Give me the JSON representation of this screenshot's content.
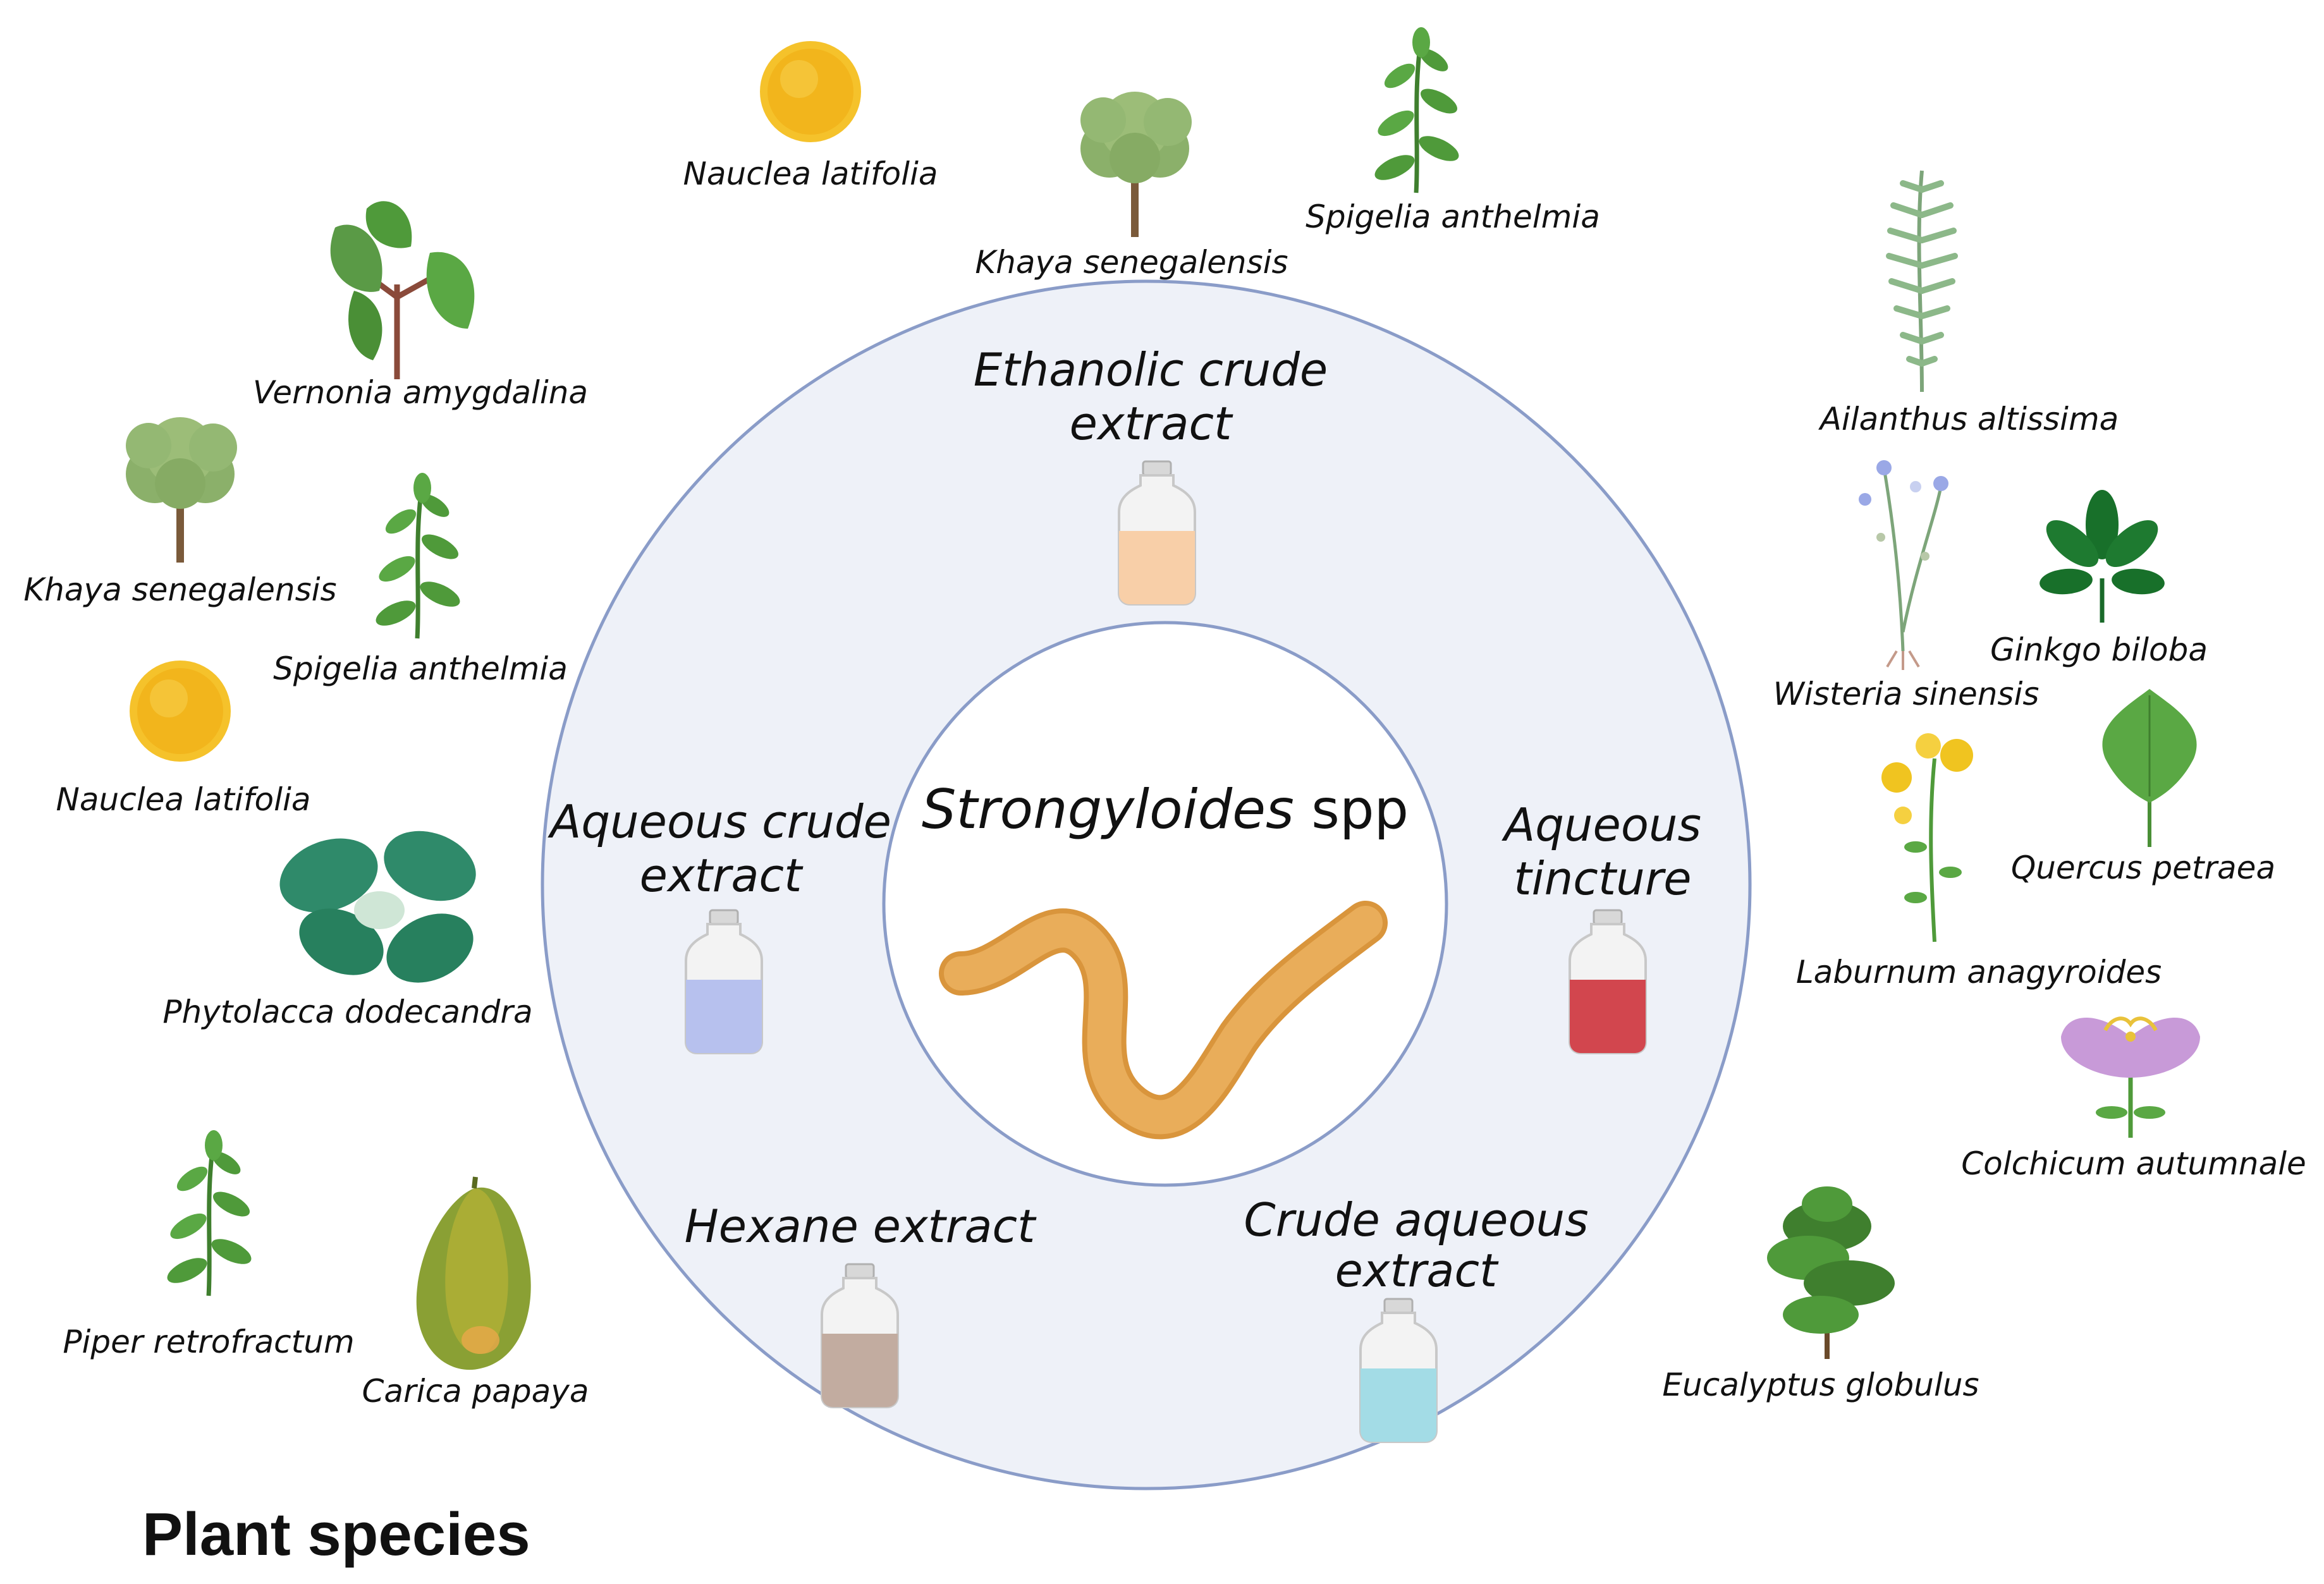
{
  "colors": {
    "ring_fill": "#eef1f8",
    "ring_stroke": "#8a9cc8",
    "worm": "#e9ad5a",
    "leaf": "#4f9a3a",
    "leaf_dark": "#2f7a2a",
    "trunk": "#7a5a3a",
    "tree_canopy": "#8bb06a",
    "sun": "#f2b51c"
  },
  "center": {
    "organism_italic": "Strongyloides",
    "organism_suffix": " spp",
    "icon": "nematode-worm"
  },
  "extracts": {
    "ethanolic": {
      "line1": "Ethanolic crude",
      "line2": "extract",
      "liquid": "#f8cfa8"
    },
    "aqueous_crude": {
      "line1": "Aqueous crude",
      "line2": "extract",
      "liquid": "#b7c1ee"
    },
    "aqueous_tincture": {
      "line1": "Aqueous",
      "line2": "tincture",
      "liquid": "#d2464e"
    },
    "hexane": {
      "line1": "Hexane extract",
      "liquid": "#c2aca0"
    },
    "crude_aqueous": {
      "line1": "Crude aqueous",
      "line2": "extract",
      "liquid": "#a3dce6"
    }
  },
  "plants": {
    "nauclea_top": {
      "label": "Nauclea latifolia",
      "icon": "spiky-fruit"
    },
    "khaya_top": {
      "label": "Khaya senegalensis",
      "icon": "tree"
    },
    "spigelia_top": {
      "label": "Spigelia anthelmia",
      "icon": "leafy-sprig"
    },
    "vernonia": {
      "label": "Vernonia amygdalina",
      "icon": "broad-leaf-plant"
    },
    "khaya_left": {
      "label": "Khaya senegalensis",
      "icon": "tree"
    },
    "spigelia_left": {
      "label": "Spigelia anthelmia",
      "icon": "leafy-sprig"
    },
    "nauclea_left": {
      "label": "Nauclea latifolia",
      "icon": "spiky-fruit"
    },
    "phytolacca": {
      "label": "Phytolacca dodecandra",
      "icon": "rosette-plant"
    },
    "piper": {
      "label": "Piper retrofractum",
      "icon": "leafy-sprig"
    },
    "carica": {
      "label": "Carica papaya",
      "icon": "papaya-fruit"
    },
    "ailanthus": {
      "label": "Ailanthus altissima",
      "icon": "fern-frond"
    },
    "wisteria": {
      "label": "Wisteria sinensis",
      "icon": "wildflower"
    },
    "ginkgo": {
      "label": "Ginkgo biloba",
      "icon": "palmate-leaf"
    },
    "quercus": {
      "label": "Quercus petraea",
      "icon": "lobed-leaf"
    },
    "laburnum": {
      "label": "Laburnum anagyroides",
      "icon": "yellow-flower"
    },
    "colchicum": {
      "label": "Colchicum autumnale",
      "icon": "purple-flower"
    },
    "eucalyptus": {
      "label": "Eucalyptus globulus",
      "icon": "shrub"
    }
  },
  "heading": "Plant species"
}
